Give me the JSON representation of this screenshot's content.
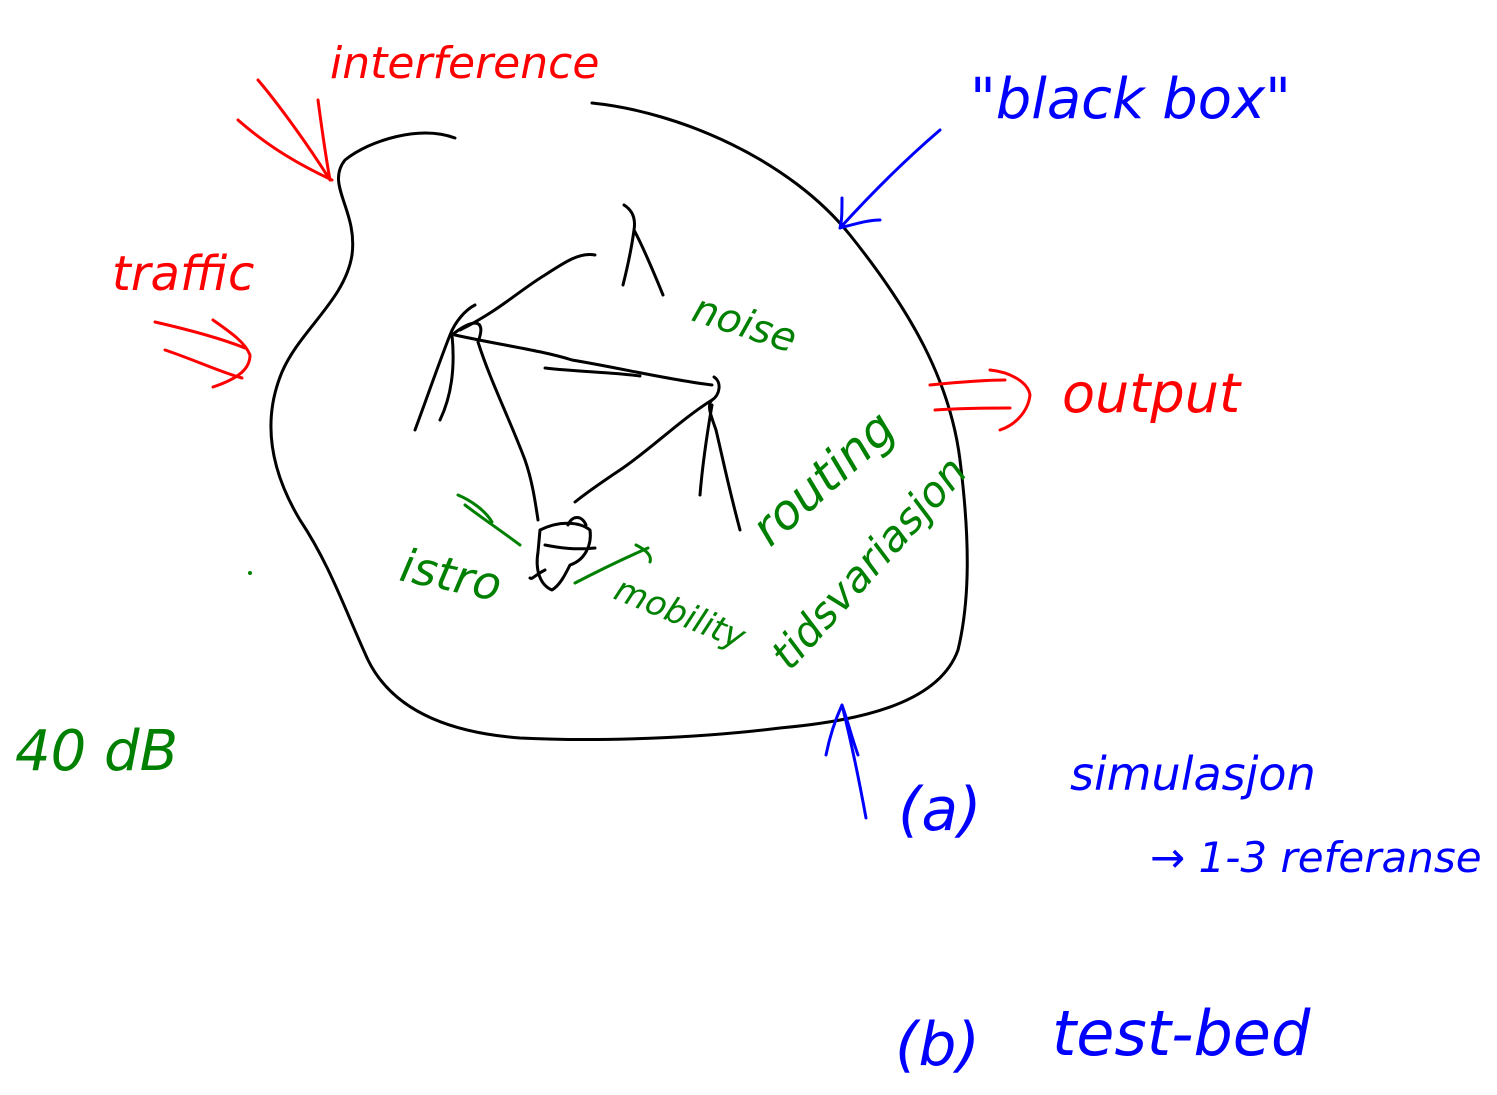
{
  "colors": {
    "black": "#000000",
    "red": "#ff0000",
    "blue": "#0000ff",
    "green": "#008000",
    "background": "#ffffff"
  },
  "labels": {
    "interference": "interference",
    "traffic": "traffic",
    "black_box": "\"black box\"",
    "output": "output",
    "noise": "noise",
    "routing": "routing",
    "tidsvariasjon": "tidsvariasjon",
    "mobility": "mobility",
    "istro": "istro",
    "db40": "40 dB",
    "option_a": "(a)",
    "simulasjon": "simulasjon",
    "referanse": "→ 1-3 referanse",
    "option_b": "(b)",
    "test_bed": "test-bed"
  }
}
